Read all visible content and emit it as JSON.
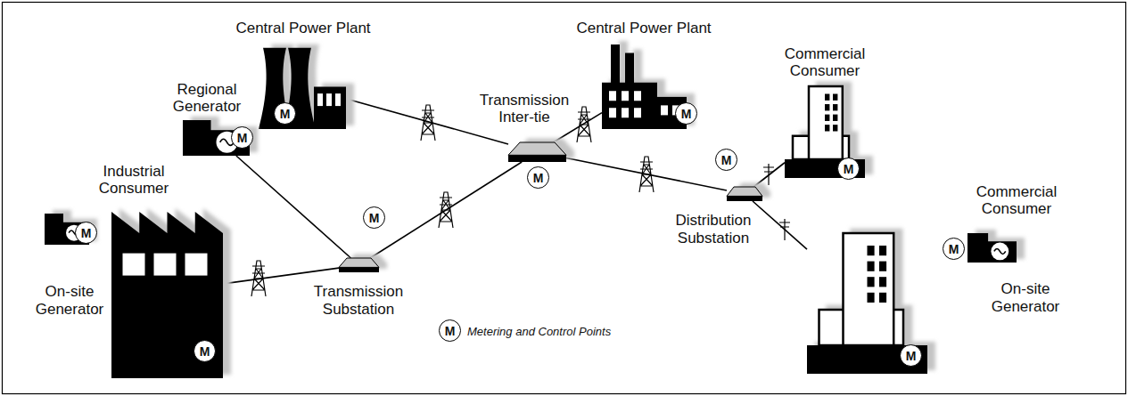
{
  "diagram": {
    "nodes": [
      {
        "text": [
          "Central Power Plant"
        ]
      },
      {
        "text": [
          "Central Power Plant"
        ]
      },
      {
        "text": [
          "Regional Generator"
        ]
      },
      {
        "text": [
          "Transmission Inter-tie"
        ]
      },
      {
        "text": [
          "Commercial Consumer"
        ]
      },
      {
        "text": [
          "Industrial Consumer"
        ]
      },
      {
        "text": [
          "On-site Generator"
        ]
      },
      {
        "text": [
          "Transmission Substation"
        ]
      },
      {
        "text": [
          "Distribution Substation"
        ]
      },
      {
        "text": [
          "Commercial Consumer"
        ]
      },
      {
        "text": [
          "On-site Generator"
        ]
      }
    ],
    "edges": [
      {
        "from": 0,
        "to": 3,
        "arrow": "none"
      },
      {
        "from": 1,
        "to": 3,
        "arrow": "none"
      },
      {
        "from": 2,
        "to": 7,
        "arrow": "none"
      },
      {
        "from": 3,
        "to": 7,
        "arrow": "none"
      },
      {
        "from": 7,
        "to": 5,
        "arrow": "none"
      },
      {
        "from": 3,
        "to": 8,
        "arrow": "none"
      },
      {
        "from": 8,
        "to": 4,
        "arrow": "none"
      },
      {
        "from": 8,
        "to": 9,
        "arrow": "none"
      }
    ],
    "labels": [
      "M",
      "M",
      "M",
      "M",
      "M",
      "M",
      "M",
      "M",
      "M",
      "M",
      "M",
      "M"
    ],
    "legend": [
      {
        "text": "Metering and Control Points"
      }
    ]
  }
}
